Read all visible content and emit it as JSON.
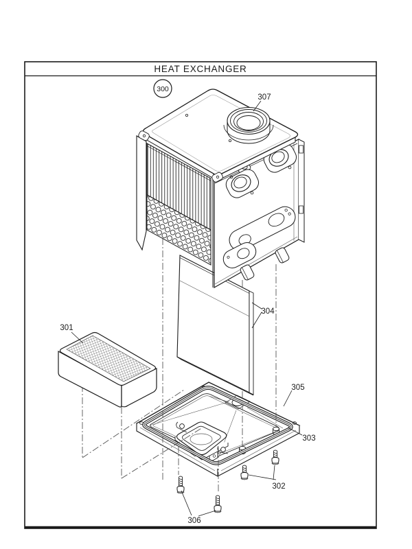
{
  "page": {
    "background": "#ffffff",
    "line_color": "#1a1a1a"
  },
  "title_block": {
    "title": "HEAT EXCHANGER"
  },
  "diagram": {
    "assembly_balloon": "300",
    "part_labels": {
      "burner_block": "301",
      "front_screws": "302",
      "base_pan": "303",
      "baffle_panel": "304",
      "gasket": "305",
      "bottom_screws": "306",
      "flue_collar": "307"
    }
  }
}
